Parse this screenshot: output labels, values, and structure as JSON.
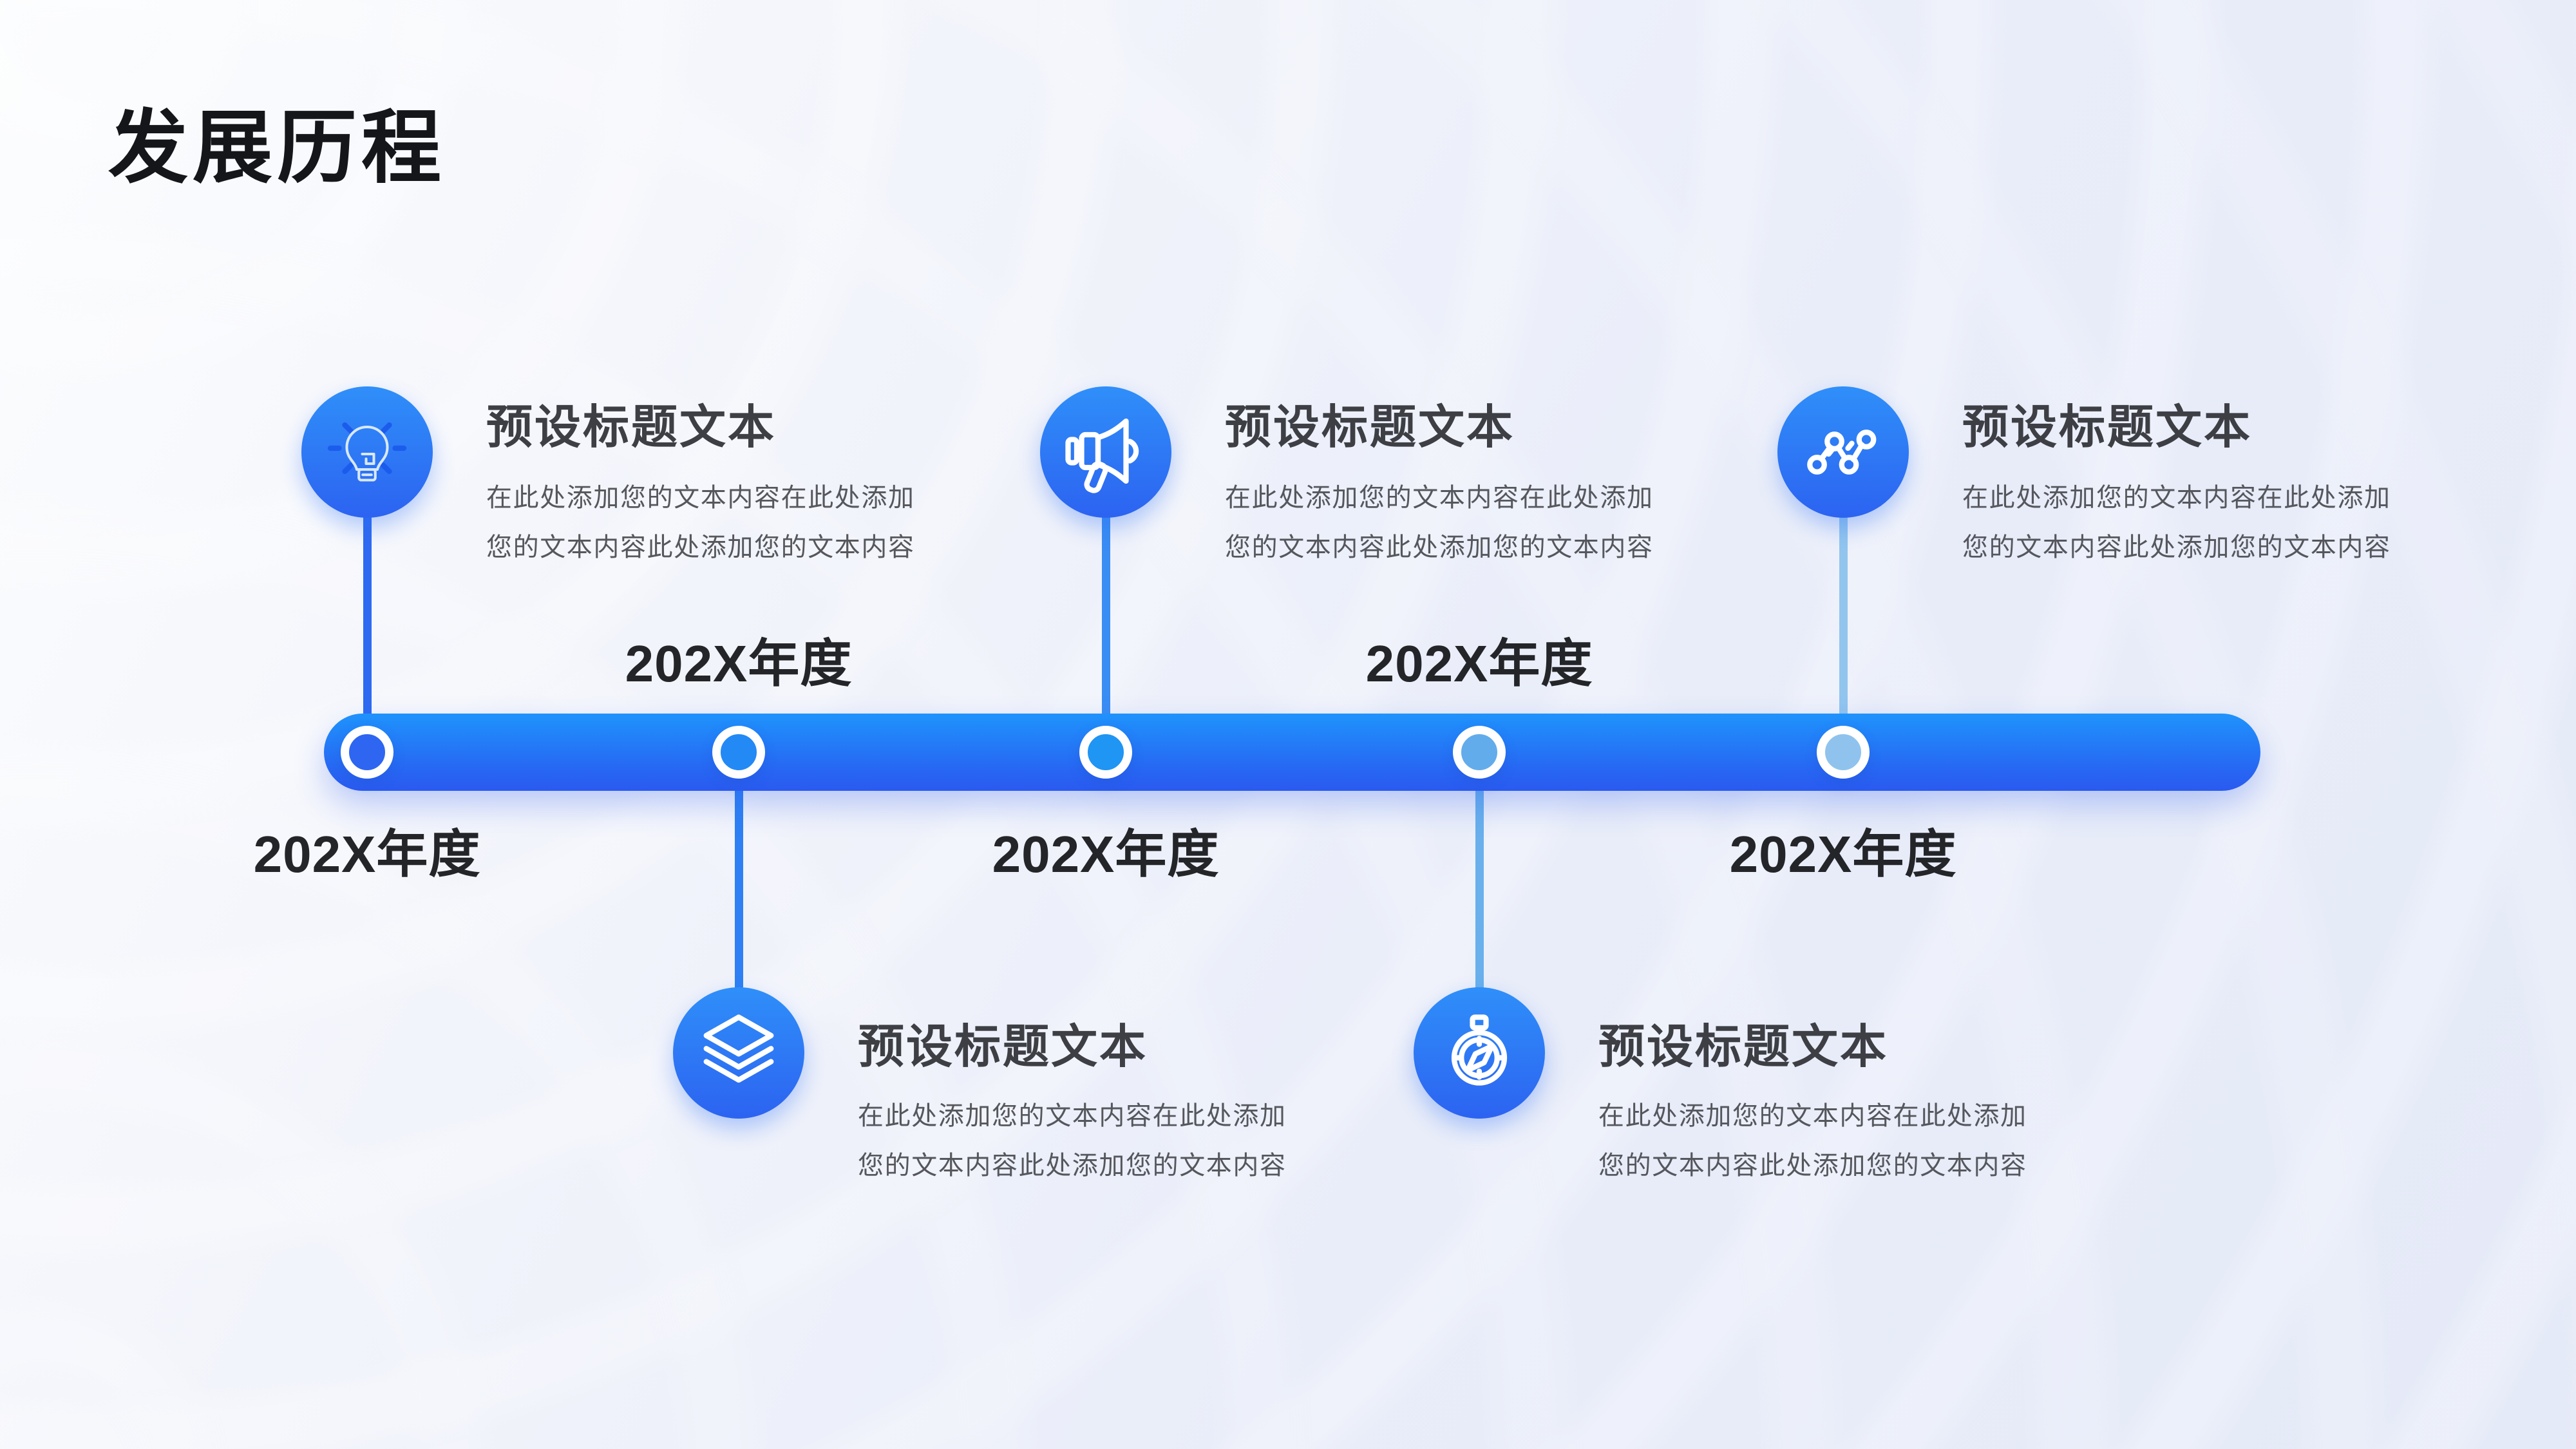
{
  "slide": {
    "title": "发展历程"
  },
  "timeline": {
    "bar_color_top": "#1f93fc",
    "bar_color_bottom": "#2a5af0",
    "items": [
      {
        "year": "202X年度",
        "heading": "预设标题文本",
        "body1": "在此处添加您的文本内容在此处添加",
        "body2": "您的文本内容此处添加您的文本内容",
        "icon": "lightbulb-icon",
        "marker_color": "#2e66f1",
        "connector_color": "#2e6af1"
      },
      {
        "year": "202X年度",
        "heading": "预设标题文本",
        "body1": "在此处添加您的文本内容在此处添加",
        "body2": "您的文本内容此处添加您的文本内容",
        "icon": "layers-icon",
        "marker_color": "#2389f5",
        "connector_color": "#2e80f4"
      },
      {
        "year": "202X年度",
        "heading": "预设标题文本",
        "body1": "在此处添加您的文本内容在此处添加",
        "body2": "您的文本内容此处添加您的文本内容",
        "icon": "megaphone-icon",
        "marker_color": "#1f95f4",
        "connector_color": "#3a8df3"
      },
      {
        "year": "202X年度",
        "heading": "预设标题文本",
        "body1": "在此处添加您的文本内容在此处添加",
        "body2": "您的文本内容此处添加您的文本内容",
        "icon": "compass-icon",
        "marker_color": "#63aceb",
        "connector_color": "#69b0ec"
      },
      {
        "year": "202X年度",
        "heading": "预设标题文本",
        "body1": "在此处添加您的文本内容在此处添加",
        "body2": "您的文本内容此处添加您的文本内容",
        "icon": "chart-nodes-icon",
        "marker_color": "#8fc3ee",
        "connector_color": "#92c5ee"
      }
    ]
  }
}
